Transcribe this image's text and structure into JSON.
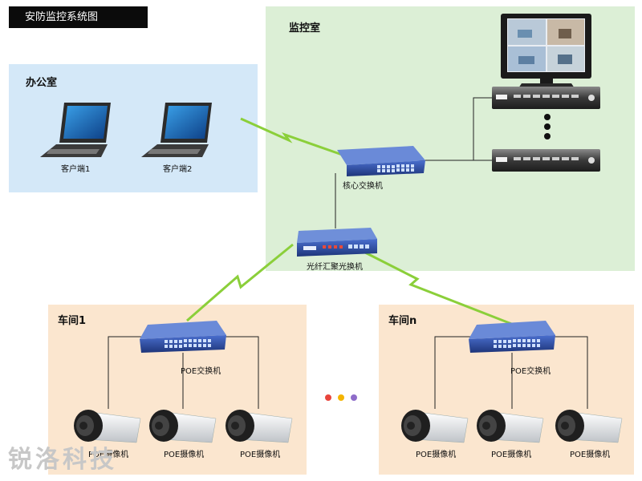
{
  "title": "安防监控系统图",
  "zones": {
    "monitor_room": "监控室",
    "office": "办公室",
    "workshop1": "车间1",
    "workshopn": "车间n"
  },
  "devices": {
    "client1": "客户端1",
    "client2": "客户端2",
    "core_switch": "核心交换机",
    "fiber_switch": "光纤汇聚光换机",
    "poe_switch_1": "POE交换机",
    "poe_switch_n": "POE交换机",
    "camera": "POE摄像机"
  },
  "watermark": "锐洛科技",
  "colors": {
    "monitor_zone": "#dcefd6",
    "office_zone": "#d4e8f8",
    "workshop_zone": "#fbe6cf",
    "switch_blue": "#2c4a9a",
    "wireless_green": "#8bcf3a"
  }
}
